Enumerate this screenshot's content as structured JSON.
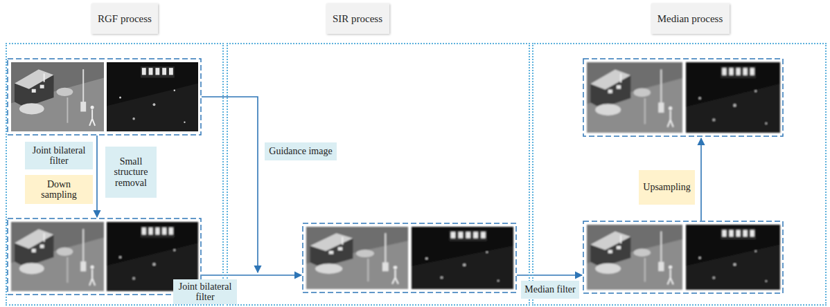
{
  "diagram": {
    "nodes": [
      {
        "text": [
          "RGF process"
        ]
      },
      {
        "text": [
          "Joint bilateral filter"
        ],
        "in": 0
      },
      {
        "text": [
          "Down sampling"
        ],
        "in": 0
      },
      {
        "text": [
          "Small structure removal"
        ],
        "in": 0
      },
      {
        "text": [
          "SIR process"
        ]
      },
      {
        "text": [
          "Guidance image"
        ],
        "in": 4
      },
      {
        "text": [
          "Median process"
        ]
      },
      {
        "text": [
          "Upsampling"
        ],
        "in": 6
      },
      {
        "text": [
          "Joint bilateral filter"
        ]
      },
      {
        "text": [
          "Median filter"
        ]
      }
    ]
  }
}
